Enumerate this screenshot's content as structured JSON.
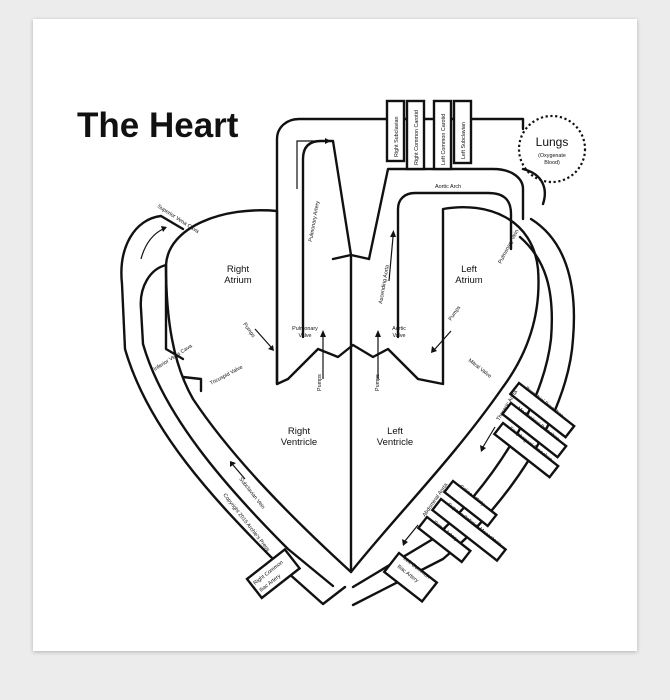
{
  "title": "The Heart",
  "chambers": {
    "right_atrium": [
      "Right",
      "Atrium"
    ],
    "left_atrium": [
      "Left",
      "Atrium"
    ],
    "right_ventricle": [
      "Right",
      "Ventricle"
    ],
    "left_ventricle": [
      "Left",
      "Ventricle"
    ]
  },
  "lungs": {
    "title": "Lungs",
    "sub": [
      "(Oxygenate",
      "Blood)"
    ]
  },
  "vessels": {
    "right_subclavian": "Right Subclavian",
    "right_common_carotid": "Right Common Carotid",
    "left_common_carotid": "Left Common Carotid",
    "left_subclavian": "Left Subclavian",
    "aortic_arch": "Aortic Arch",
    "pulmonary_artery": "Pulmonary Artery",
    "pulmonary_vein": "Pulmonary Vein",
    "superior_vena_cava": "Superior Vena Cava",
    "inferior_vena_cava": "Inferior Vena Cava",
    "ascending_aorta": "Ascending Aorta",
    "thoracic_aorta": "Thoracic Aorta",
    "abdominal_aorta": "Abdominal Aorta",
    "subclavian_vein": "Subclavian Vein",
    "right_common_iliac": [
      "Right Common",
      "Iliac Artery"
    ],
    "left_common_iliac": [
      "Left Common",
      "Iliac Artery"
    ]
  },
  "branches": {
    "bronchial": "Bronchial Branches",
    "mediastinal": "Mediastinal Branches",
    "esophageal": "Esophageal Branches",
    "celiac": "Celiac Artery",
    "mesenteric": "Superior/Inferior Mesenteric",
    "renal": "Renal Artery"
  },
  "valves": {
    "pulmonary": [
      "Pulmonary",
      "Valve"
    ],
    "aortic": [
      "Aortic",
      "Valve"
    ],
    "tricuspid": "Tricuspid Valve",
    "mitral": "Mitral Valve"
  },
  "pumps_label": "Pumps",
  "copyright": "Copyright 2015 Archie's Press",
  "colors": {
    "ink": "#111111",
    "paper": "#ffffff",
    "background": "#ececec"
  }
}
